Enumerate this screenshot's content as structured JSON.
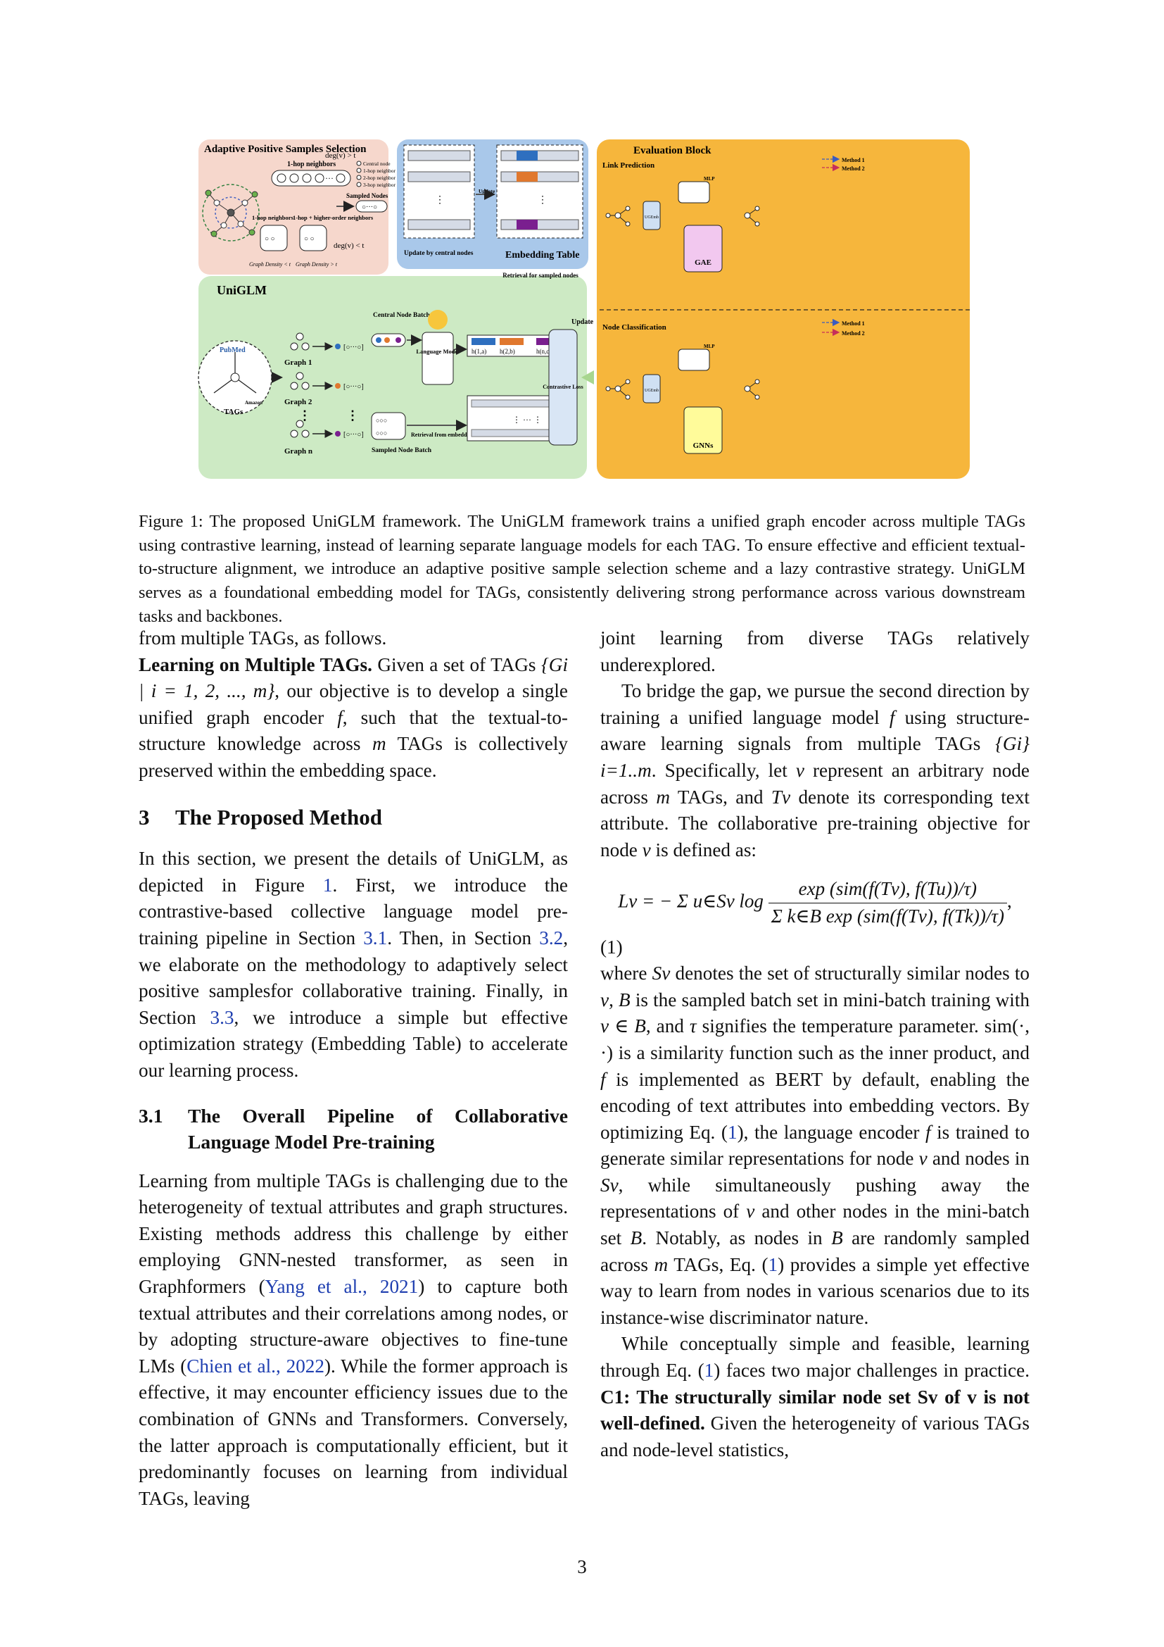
{
  "figure": {
    "adaptive_title": "Adaptive Positive Samples Selection",
    "deg_gt": "deg(v) > t",
    "deg_lt": "deg(v) < t",
    "one_hop_neighbors": "1-hop neighbors",
    "one_hop_neighbors_2": "1-hop neighbors",
    "higher_order": "1-hop + higher-order neighbors",
    "legend_central": "Central node",
    "legend_1hop": "1-hop neighbor",
    "legend_2hop": "2-hop neighbor",
    "legend_3hop": "3-hop neighbor",
    "sampled_nodes": "Sampled Nodes",
    "density_lt": "Graph Density < t",
    "density_gt": "Graph Density > t",
    "update_central": "Update by central nodes",
    "update_label": "Update",
    "embedding_table": "Embedding Table",
    "retrieval_sampled": "Retrieval for sampled nodes",
    "unigl_title": "UniGLM",
    "graph1": "Graph 1",
    "graph2": "Graph 2",
    "graphn": "Graph n",
    "tags": "TAGs",
    "pubmed": "PubMed",
    "amazon": "Amazon",
    "central_node_batch": "Central Node Batch",
    "sampled_node_batch": "Sampled Node Batch",
    "language_model": "Language Model",
    "retrieval_embedding": "Retrieval from embedding table",
    "contrastive_loss": "Contrastive Loss",
    "update_right": "Update",
    "h1": "h(1,a)",
    "h2": "h(2,b)",
    "h3": "h(n,c)",
    "evaluation_block": "Evaluation Block",
    "link_prediction": "Link Prediction",
    "node_classification": "Node Classification",
    "method1": "Method 1",
    "method2": "Method 2",
    "method1b": "Method 1",
    "method2b": "Method 2",
    "mlp": "MLP",
    "mlp2": "MLP",
    "gae": "GAE",
    "gnns": "GNNs",
    "ugemb": "UGEmb",
    "ugemb2": "UGEmb"
  },
  "caption": "Figure 1: The proposed UniGLM framework. The UniGLM framework trains a unified graph encoder across multiple TAGs using contrastive learning, instead of learning separate language models for each TAG. To ensure effective and efficient textual-to-structure alignment, we introduce an adaptive positive sample selection scheme and a lazy contrastive strategy. UniGLM serves as a foundational embedding model for TAGs, consistently delivering strong performance across various downstream tasks and backbones.",
  "left": {
    "p0": "from multiple TAGs, as follows.",
    "p1_bold": "Learning on Multiple TAGs.",
    "p1_a": " Given a set of TAGs ",
    "p1_set": "{Gi | i = 1, 2, ..., m}",
    "p1_b": ", our objective is to develop a single unified graph encoder ",
    "p1_f": "f",
    "p1_c": ", such that the textual-to-structure knowledge across ",
    "p1_m": "m",
    "p1_d": " TAGs is collectively preserved within the embedding space.",
    "h3_num": "3",
    "h3_title": "The Proposed Method",
    "p2_a": "In this section, we present the details of UniGLM, as depicted in Figure ",
    "p2_fig": "1",
    "p2_b": ". First, we introduce the contrastive-based collective language model pre-training pipeline in Section ",
    "p2_s1": "3.1",
    "p2_c": ". Then, in Section ",
    "p2_s2": "3.2",
    "p2_d": ", we elaborate on the methodology to adaptively select positive samplesfor collaborative training. Finally, in Section ",
    "p2_s3": "3.3",
    "p2_e": ", we introduce a simple but effective optimization strategy (Embedding Table) to accelerate our learning process.",
    "h31_num": "3.1",
    "h31_title": "The Overall Pipeline of Collaborative Language Model Pre-training",
    "p3_a": "Learning from multiple TAGs is challenging due to the heterogeneity of textual attributes and graph structures. Existing methods address this challenge by either employing GNN-nested transformer, as seen in Graphformers (",
    "p3_cite1": "Yang et al., 2021",
    "p3_b": ") to capture both textual attributes and their correlations among nodes, or by adopting structure-aware objectives to fine-tune LMs (",
    "p3_cite2": "Chien et al., 2022",
    "p3_c": "). While the former approach is effective, it may encounter efficiency issues due to the combination of GNNs and Transformers. Conversely, the latter approach is computationally efficient, but it predominantly focuses on learning from individual TAGs, leaving"
  },
  "right": {
    "p1": "joint learning from diverse TAGs relatively underexplored.",
    "p2_a": "To bridge the gap, we pursue the second direction by training a unified language model ",
    "p2_f": "f",
    "p2_b": " using structure-aware learning signals from multiple TAGs ",
    "p2_set": "{Gi} i=1..m",
    "p2_c": ". Specifically, let ",
    "p2_v": "v",
    "p2_d": " represent an arbitrary node across ",
    "p2_m": "m",
    "p2_e": " TAGs, and ",
    "p2_tv": "Tv",
    "p2_g": " denote its corresponding text attribute. The collaborative pre-training objective for node ",
    "p2_v2": "v",
    "p2_h": " is defined as:",
    "eq_lhs": "Lv = − Σ u∈Sv log",
    "eq_num": "exp (sim(f(Tv), f(Tu))/τ)",
    "eq_den": "Σ k∈B exp (sim(f(Tv), f(Tk))/τ)",
    "eq_tag": "(1)",
    "p3_a": "where ",
    "p3_sv": "Sv",
    "p3_b": " denotes the set of structurally similar nodes to ",
    "p3_v": "v",
    "p3_c": ", ",
    "p3_B": "B",
    "p3_d": " is the sampled batch set in mini-batch training with ",
    "p3_vinB": "v ∈ B",
    "p3_e": ", and ",
    "p3_tau": "τ",
    "p3_f": " signifies the temperature parameter. sim(·, ·) is a similarity function such as the inner product, and ",
    "p3_f2": "f",
    "p3_g": " is implemented as BERT by default, enabling the encoding of text attributes into embedding vectors. By optimizing Eq. (",
    "p3_eq": "1",
    "p3_h": "), the language encoder ",
    "p3_f3": "f",
    "p3_i": " is trained to generate similar representations for node ",
    "p3_v2": "v",
    "p3_j": " and nodes in ",
    "p3_sv2": "Sv",
    "p3_k": ", while simultaneously pushing away the representations of ",
    "p3_v3": "v",
    "p3_l": " and other nodes in the mini-batch set ",
    "p3_B2": "B",
    "p3_m": ". Notably, as nodes in ",
    "p3_B3": "B",
    "p3_n": " are randomly sampled across ",
    "p3_m2": "m",
    "p3_o": " TAGs, Eq. (",
    "p3_eq2": "1",
    "p3_p": ") provides a simple yet effective way to learn from nodes in various scenarios due to its instance-wise discriminator nature.",
    "p4_a": "While conceptually simple and feasible, learning through Eq. (",
    "p4_eq": "1",
    "p4_b": ") faces two major challenges in practice. ",
    "p4_bold": "C1: The structurally similar node set Sv of v is not well-defined.",
    "p4_c": " Given the heterogeneity of various TAGs and node-level statistics,"
  },
  "page_number": "3"
}
